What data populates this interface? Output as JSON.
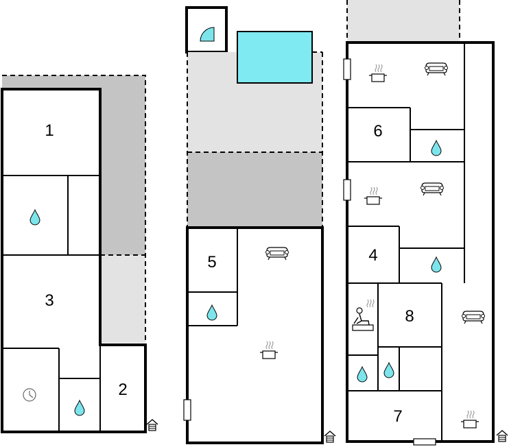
{
  "colors": {
    "wall": "#000000",
    "terrace_dark": "#c4c4c4",
    "terrace_light": "#e3e3e3",
    "pool": "#80eaf2",
    "water": "#7de4ec"
  },
  "icons": {
    "bathroom": "water-drop-icon",
    "kitchen": "cooking-pot-icon",
    "living": "sofa-icon",
    "sauna": "sauna-icon",
    "clock": "clock-icon",
    "entrance": "house-entrance-icon",
    "shower": "shower-icon"
  },
  "rooms": {
    "r1": "1",
    "r2": "2",
    "r3": "3",
    "r4": "4",
    "r5": "5",
    "r6": "6",
    "r7": "7",
    "r8": "8"
  }
}
